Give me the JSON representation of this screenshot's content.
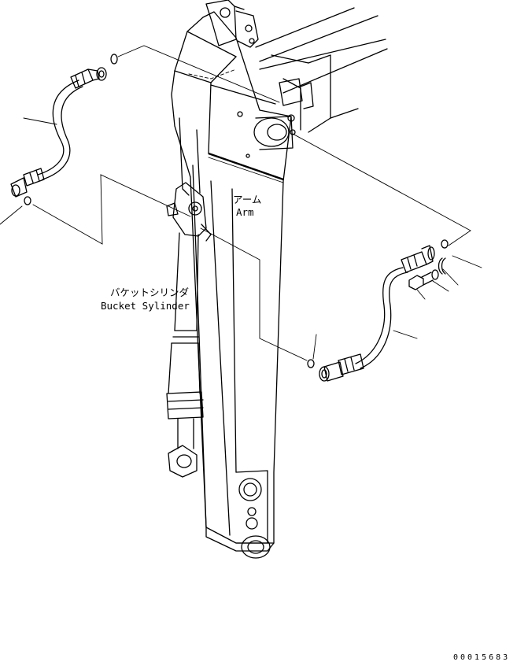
{
  "labels": {
    "arm_jp": "アーム",
    "arm_en": "Arm",
    "bucket_jp": "バケットシリンダ",
    "bucket_en": "Bucket Sylinder"
  },
  "drawing_number": "00015683",
  "colors": {
    "ink": "#000000",
    "background": "#ffffff"
  }
}
